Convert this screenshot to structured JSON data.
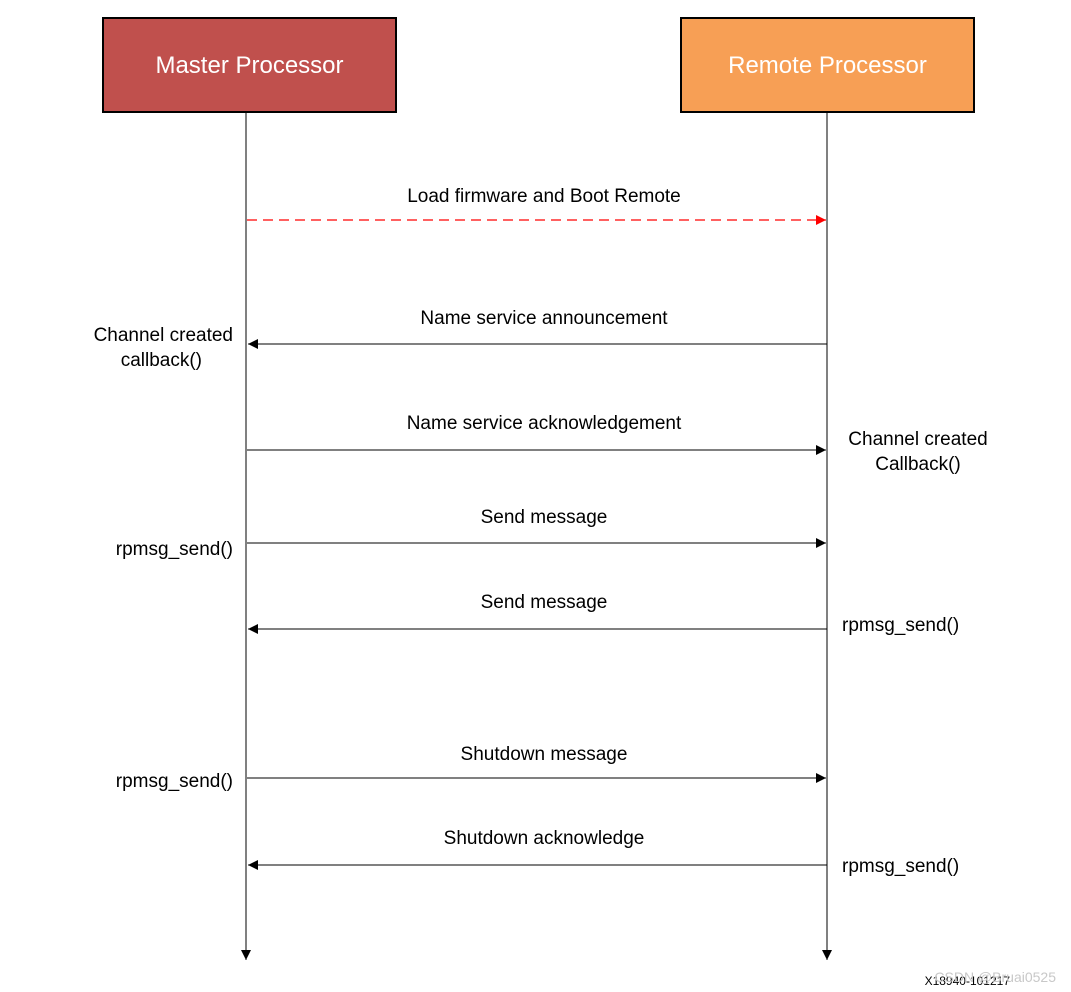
{
  "participants": {
    "master": {
      "label": "Master Processor",
      "color": "#c0504d"
    },
    "remote": {
      "label": "Remote Processor",
      "color": "#f79f55"
    }
  },
  "messages": [
    {
      "label": "Load firmware and Boot Remote",
      "direction": "master-to-remote",
      "style": "dashed",
      "color": "#ff0000"
    },
    {
      "label": "Name service announcement",
      "direction": "remote-to-master",
      "style": "solid",
      "color": "#000000"
    },
    {
      "label": "Name service acknowledgement",
      "direction": "master-to-remote",
      "style": "solid",
      "color": "#000000"
    },
    {
      "label": "Send message",
      "direction": "master-to-remote",
      "style": "solid",
      "color": "#000000"
    },
    {
      "label": "Send message",
      "direction": "remote-to-master",
      "style": "solid",
      "color": "#000000"
    },
    {
      "label": "Shutdown message",
      "direction": "master-to-remote",
      "style": "solid",
      "color": "#000000"
    },
    {
      "label": "Shutdown acknowledge",
      "direction": "remote-to-master",
      "style": "solid",
      "color": "#000000"
    }
  ],
  "notes": {
    "master_channel_line1": "Channel created",
    "master_channel_line2": "callback()",
    "remote_channel_line1": "Channel created",
    "remote_channel_line2": "Callback()",
    "master_send_1": "rpmsg_send()",
    "remote_send_1": "rpmsg_send()",
    "master_send_2": "rpmsg_send()",
    "remote_send_2": "rpmsg_send()"
  },
  "figure_id": "X18940-101217",
  "watermark": "CSDN @Bruai0525"
}
